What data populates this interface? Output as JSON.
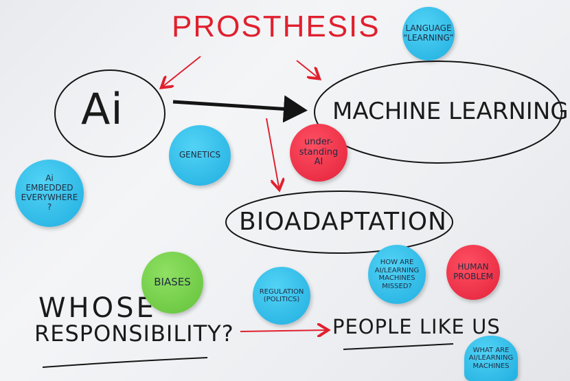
{
  "title": "PROSTHESIS",
  "nodes": {
    "ai": "Ai",
    "machine_learning": "MACHINE LEARNING",
    "bioadaptation": "BIOADAPTATION",
    "whose_line1": "WHOSE",
    "whose_line2": "RESPONSIBILITY?",
    "people_like_us": "PEOPLE LIKE US"
  },
  "notes": {
    "language_learning": "LANGUAGE “LEARNING”",
    "genetics": "GENETICS",
    "understanding_ai": "under-standing AI",
    "ai_embedded": "Ai EMBEDDED EVERYWHERE ?",
    "biases": "BIASES",
    "regulation": "REGULATION (POLITICS)",
    "ai_learning_missed": "HOW ARE AI/LEARNING MACHINES MISSED?",
    "human_problem": "HUMAN PROBLEM",
    "ai_learning_bottom": "WHAT ARE AI/LEARNING MACHINES"
  },
  "colors": {
    "note_blue": "#20aee0",
    "note_red": "#e2223a",
    "note_green": "#63c23a",
    "marker_red": "#e0202e",
    "marker_black": "#141414"
  }
}
